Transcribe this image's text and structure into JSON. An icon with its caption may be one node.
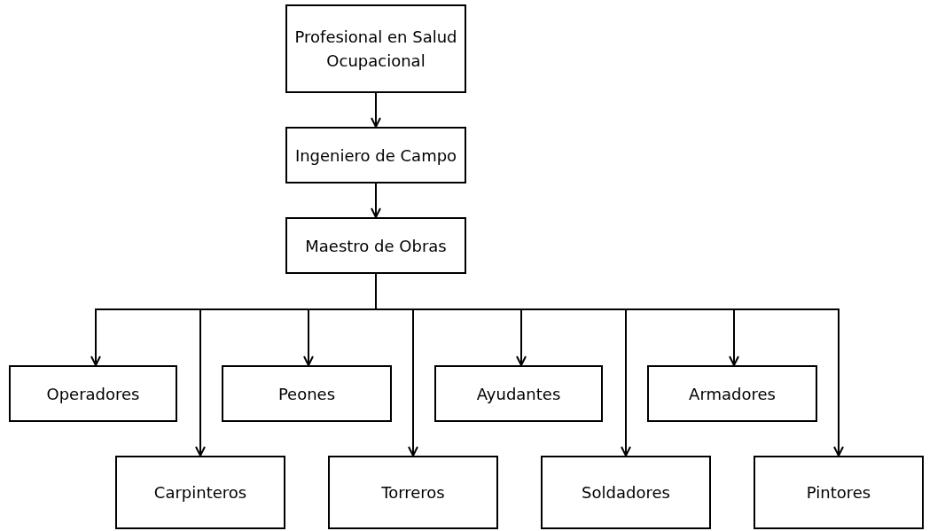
{
  "diagram": {
    "nodes": [
      {
        "text": [
          "Profesional en Salud Ocupacional"
        ]
      },
      {
        "text": [
          "Ingeniero de Campo"
        ]
      },
      {
        "text": [
          "Maestro de Obras"
        ]
      },
      {
        "text": [
          "Operadores"
        ]
      },
      {
        "text": [
          "Peones"
        ]
      },
      {
        "text": [
          "Ayudantes"
        ]
      },
      {
        "text": [
          "Armadores"
        ]
      },
      {
        "text": [
          "Carpinteros"
        ]
      },
      {
        "text": [
          "Torreros"
        ]
      },
      {
        "text": [
          "Soldadores"
        ]
      },
      {
        "text": [
          "Pintores"
        ]
      }
    ],
    "edges": [
      {
        "from": 0,
        "to": 1,
        "arrow": "to"
      },
      {
        "from": 1,
        "to": 2,
        "arrow": "to"
      },
      {
        "from": 2,
        "to": 3,
        "arrow": "to"
      },
      {
        "from": 2,
        "to": 7,
        "arrow": "to"
      },
      {
        "from": 2,
        "to": 4,
        "arrow": "to"
      },
      {
        "from": 2,
        "to": 8,
        "arrow": "to"
      },
      {
        "from": 2,
        "to": 5,
        "arrow": "to"
      },
      {
        "from": 2,
        "to": 9,
        "arrow": "to"
      },
      {
        "from": 2,
        "to": 6,
        "arrow": "to"
      },
      {
        "from": 2,
        "to": 10,
        "arrow": "to"
      }
    ]
  }
}
